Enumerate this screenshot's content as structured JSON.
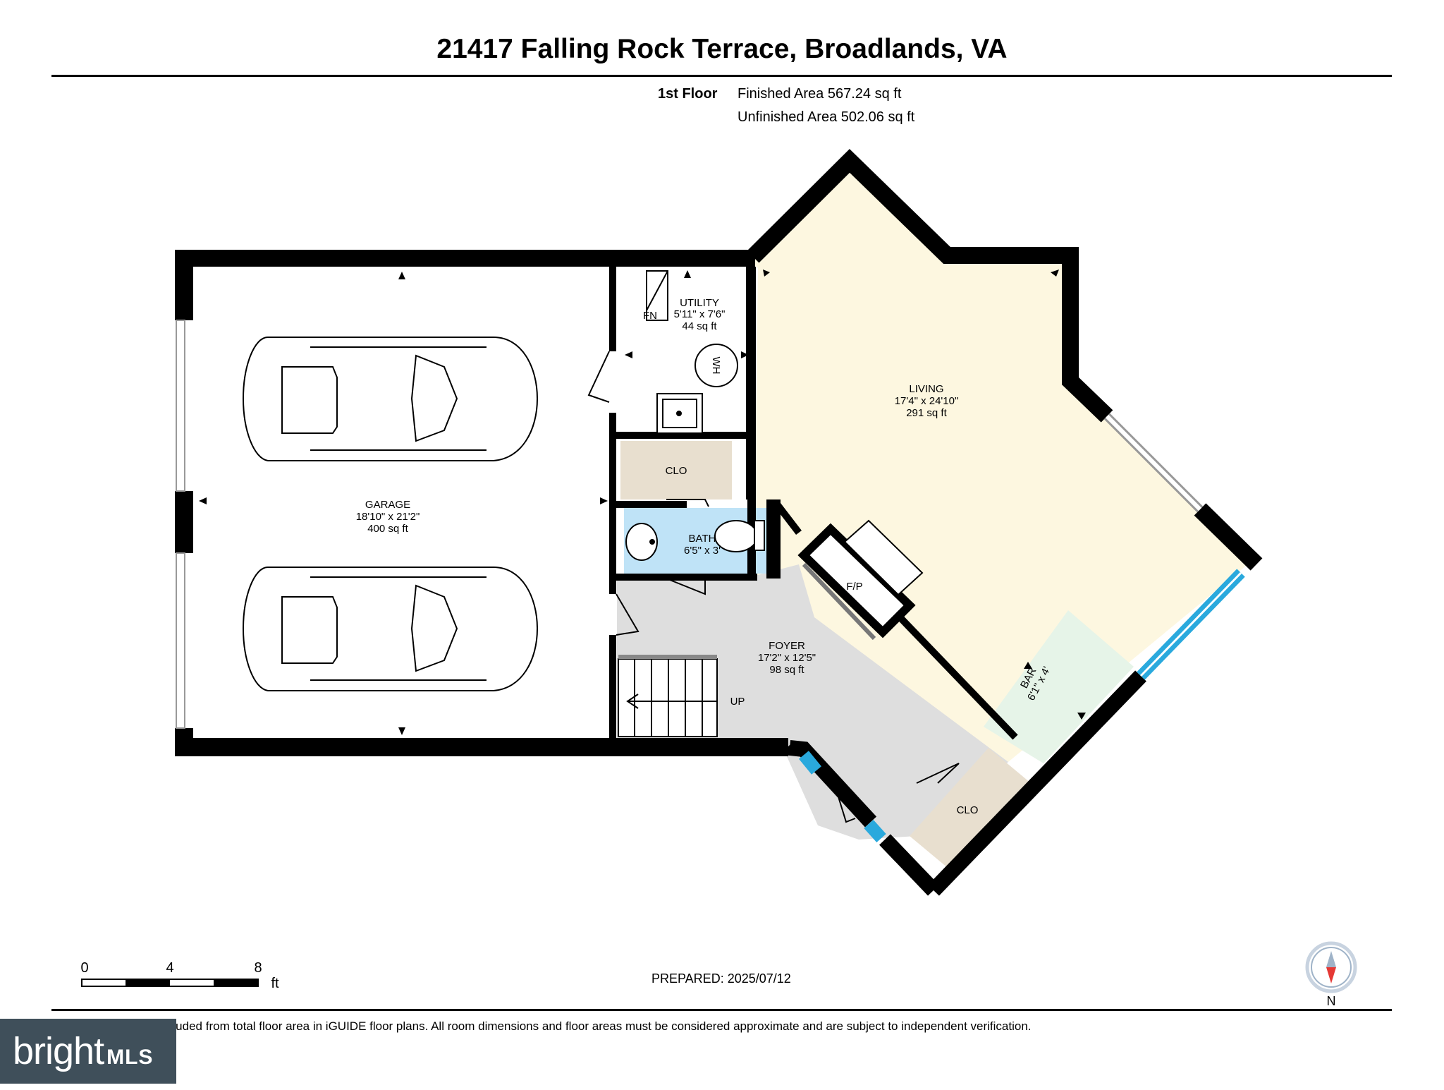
{
  "header": {
    "title": "21417 Falling Rock Terrace, Broadlands, VA",
    "floor_name": "1st Floor",
    "finished_area": "Finished Area 567.24 sq ft",
    "unfinished_area": "Unfinished Area 502.06 sq ft"
  },
  "rooms": {
    "garage": {
      "name": "GARAGE",
      "dims": "18'10\" x 21'2\"",
      "area": "400 sq ft"
    },
    "utility": {
      "name": "UTILITY",
      "dims": "5'11\" x 7'6\"",
      "area": "44 sq ft",
      "fn_label": "FN",
      "wh_label": "WH"
    },
    "closet_upper": {
      "name": "CLO"
    },
    "bath": {
      "name": "BATH",
      "dims": "6'5\" x 3'"
    },
    "living": {
      "name": "LIVING",
      "dims": "17'4\" x 24'10\"",
      "area": "291 sq ft"
    },
    "fireplace": {
      "name": "F/P"
    },
    "foyer": {
      "name": "FOYER",
      "dims": "17'2\" x 12'5\"",
      "area": "98 sq ft",
      "stairs_label": "UP"
    },
    "bar": {
      "name": "BAR",
      "dims": "6'1\" x 4'"
    },
    "closet_lower": {
      "name": "CLO"
    }
  },
  "scale_bar": {
    "ticks": [
      "0",
      "4",
      "8"
    ],
    "unit": "ft"
  },
  "compass": {
    "label": "N"
  },
  "footer": {
    "prepared": "PREPARED: 2025/07/12",
    "disclaimer": "White regions are excluded from total floor area in iGUIDE floor plans. All room dimensions and floor areas must be considered approximate and are subject to independent verification."
  },
  "watermark": {
    "brand": "bright",
    "suffix": "MLS"
  },
  "colors": {
    "wall": "#000000",
    "living_fill": "#fdf7e0",
    "foyer_fill": "#dedede",
    "bath_fill": "#bfe3f7",
    "closet_fill": "#e8dfcf",
    "bar_fill": "#e6f4e8",
    "window_blue": "#2aa9dd",
    "compass_red": "#e53935"
  }
}
